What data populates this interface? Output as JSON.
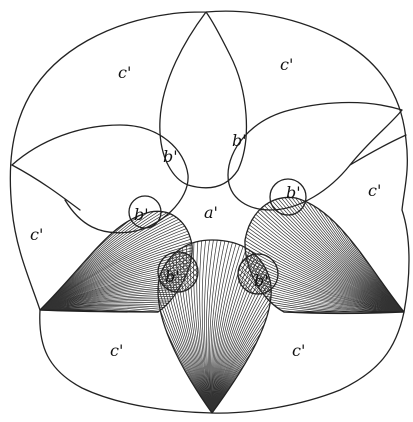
{
  "figure": {
    "labels": {
      "a": "a'",
      "b": "b'",
      "c": "c'"
    }
  }
}
